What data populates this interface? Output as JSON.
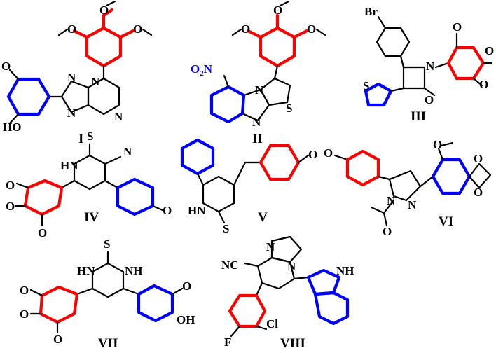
{
  "compound_labels": {
    "I": "I",
    "II": "II",
    "III": "III",
    "IV": "IV",
    "V": "V",
    "VI": "VI",
    "VII": "VII",
    "VIII": "VIII"
  },
  "atoms": {
    "n": "N",
    "o": "O",
    "s": "S",
    "nh": "NH",
    "hn": "HN",
    "ho": "HO",
    "oh": "OH",
    "br": "Br",
    "cl": "Cl",
    "f": "F",
    "nc": "NC",
    "no2_o": "O",
    "no2_n": "N",
    "no2_sub": "2"
  },
  "colors": {
    "red_moiety": "#ff0000",
    "blue_moiety": "#0000ff",
    "bonds": "#000000"
  }
}
